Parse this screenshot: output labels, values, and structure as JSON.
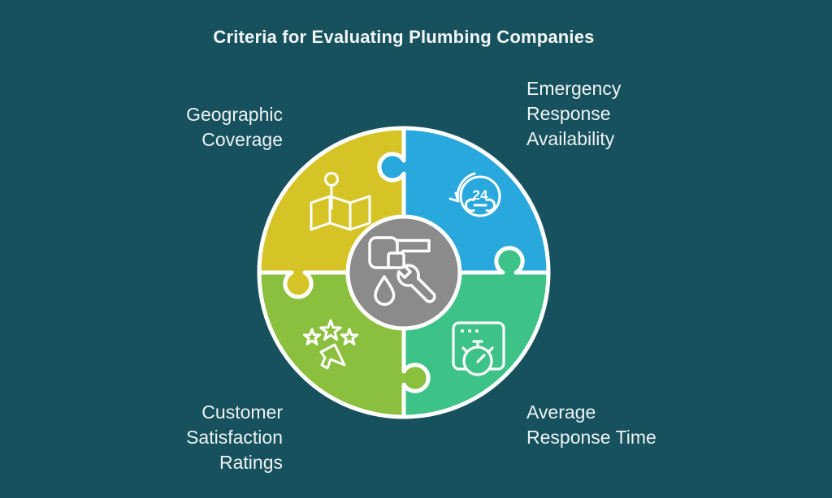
{
  "title": "Criteria for Evaluating Plumbing Companies",
  "colors": {
    "background": "#16515d",
    "outline": "#ffffff",
    "text": "#eef3f4"
  },
  "segments": [
    {
      "id": "geographic-coverage",
      "label": "Geographic\nCoverage",
      "color": "#d6c427",
      "icon": "map-location-icon"
    },
    {
      "id": "emergency-response-availability",
      "label": "Emergency\nResponse\nAvailability",
      "color": "#29a8de",
      "icon": "24-hour-service-icon",
      "badge": "24"
    },
    {
      "id": "customer-satisfaction-ratings",
      "label": "Customer\nSatisfaction\nRatings",
      "color": "#8bbf3e",
      "icon": "star-ratings-icon"
    },
    {
      "id": "average-response-time",
      "label": "Average\nResponse Time",
      "color": "#3dc287",
      "icon": "timer-window-icon"
    }
  ],
  "center": {
    "color": "#8b8b8b",
    "icon": "plumbing-pipe-wrench-icon"
  }
}
